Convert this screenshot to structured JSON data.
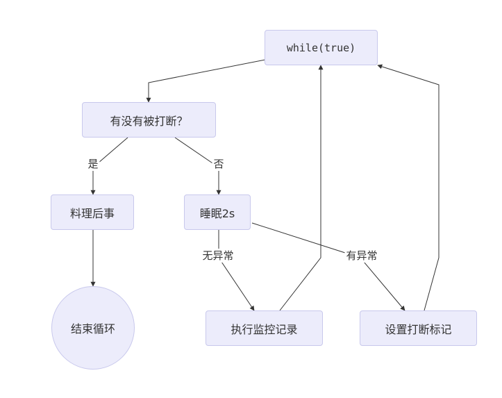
{
  "nodes": {
    "loop": "while(true)",
    "check": "有没有被打断？",
    "cleanup": "料理后事",
    "sleep": "睡眠2s",
    "end": "结束循环",
    "record": "执行监控记录",
    "set_flag": "设置打断标记"
  },
  "edges": {
    "yes": "是",
    "no": "否",
    "no_exception": "无异常",
    "exception": "有异常"
  },
  "colors": {
    "node_fill": "#ececfb",
    "node_border": "#c8c8ec",
    "edge": "#333333"
  }
}
